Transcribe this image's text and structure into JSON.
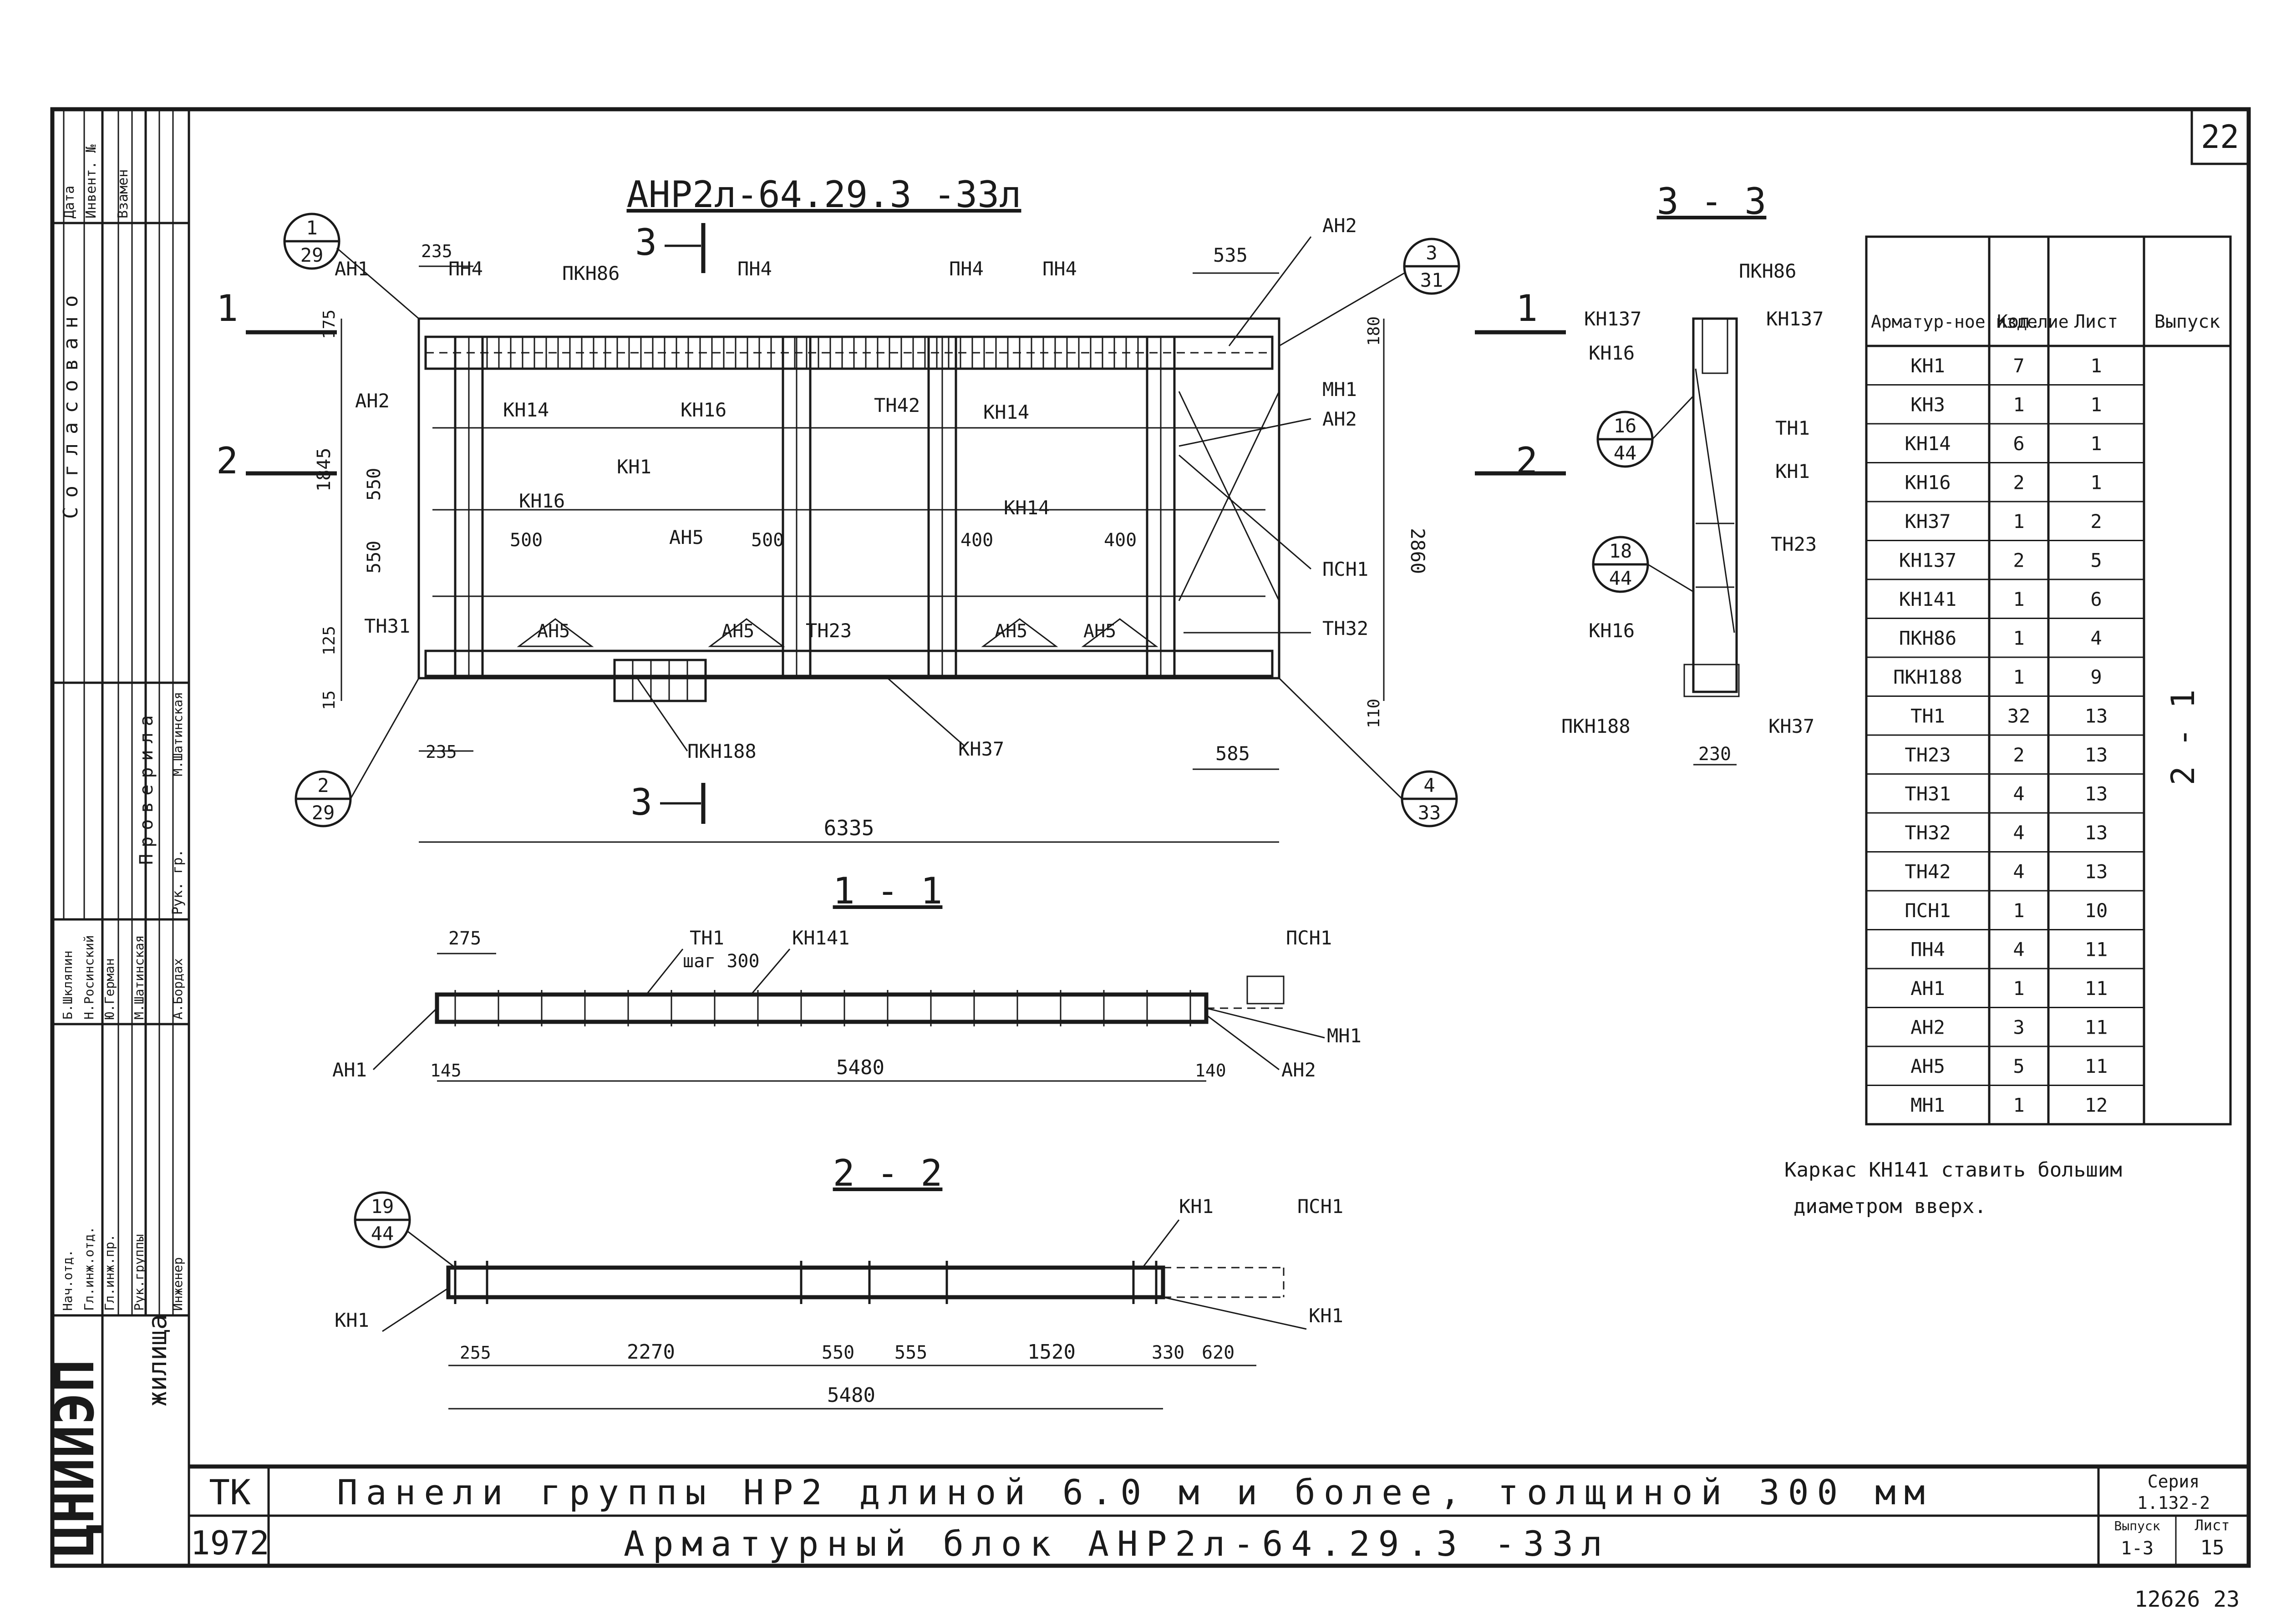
{
  "sheet_number": "22",
  "drawing_title": "АНР2л-64.29.3 -33л",
  "views": {
    "elevation": {
      "callouts": [
        {
          "num": "1",
          "den": "29"
        },
        {
          "num": "3",
          "den": "31"
        },
        {
          "num": "2",
          "den": "29"
        },
        {
          "num": "4",
          "den": "33"
        }
      ],
      "labels": [
        "АН1",
        "ПН4",
        "ПКН86",
        "ПН4",
        "ПН4",
        "ПН4",
        "АН2",
        "КН14",
        "КН16",
        "ТН42",
        "КН14",
        "МН1",
        "АН2",
        "АН2",
        "КН1",
        "КН16",
        "АН5",
        "КН14",
        "ПСН1",
        "ТН31",
        "АН5",
        "АН5",
        "ТН23",
        "АН5",
        "АН5",
        "ТН32",
        "ПКН188",
        "КН37"
      ],
      "dims": [
        "235",
        "535",
        "175",
        "180",
        "1845",
        "550",
        "550",
        "2860",
        "500",
        "500",
        "400",
        "400",
        "125",
        "15",
        "110",
        "235",
        "585",
        "6335"
      ],
      "section_marks": [
        "3",
        "3",
        "1",
        "1",
        "2",
        "2"
      ]
    },
    "section_3_3": {
      "title": "3 - 3",
      "callouts": [
        {
          "num": "16",
          "den": "44"
        },
        {
          "num": "18",
          "den": "44"
        }
      ],
      "labels": [
        "ПКН86",
        "КН137",
        "КН137",
        "КН16",
        "ТН1",
        "КН1",
        "ТН23",
        "КН16",
        "ПКН188",
        "КН37"
      ],
      "dims": [
        "230"
      ]
    },
    "section_1_1": {
      "title": "1 - 1",
      "labels": [
        "ТН1",
        "шаг 300",
        "КН141",
        "ПСН1",
        "МН1",
        "АН1",
        "АН2"
      ],
      "dims": [
        "275",
        "145",
        "5480",
        "140"
      ]
    },
    "section_2_2": {
      "title": "2 - 2",
      "callouts": [
        {
          "num": "19",
          "den": "44"
        }
      ],
      "labels": [
        "КН1",
        "ПСН1",
        "КН1",
        "КН1"
      ],
      "dims": [
        "255",
        "2270",
        "550",
        "555",
        "1520",
        "330",
        "620",
        "5480"
      ]
    }
  },
  "spec_table": {
    "headers": [
      "Арматур-ное изделие",
      "Кол.",
      "Лист",
      "Выпуск"
    ],
    "group_label": "2 - 1",
    "rows": [
      [
        "КН1",
        "7",
        "1"
      ],
      [
        "КН3",
        "1",
        "1"
      ],
      [
        "КН14",
        "6",
        "1"
      ],
      [
        "КН16",
        "2",
        "1"
      ],
      [
        "КН37",
        "1",
        "2"
      ],
      [
        "КН137",
        "2",
        "5"
      ],
      [
        "КН141",
        "1",
        "6"
      ],
      [
        "ПКН86",
        "1",
        "4"
      ],
      [
        "ПКН188",
        "1",
        "9"
      ],
      [
        "ТН1",
        "32",
        "13"
      ],
      [
        "ТН23",
        "2",
        "13"
      ],
      [
        "ТН31",
        "4",
        "13"
      ],
      [
        "ТН32",
        "4",
        "13"
      ],
      [
        "ТН42",
        "4",
        "13"
      ],
      [
        "ПСН1",
        "1",
        "10"
      ],
      [
        "ПН4",
        "4",
        "11"
      ],
      [
        "АН1",
        "1",
        "11"
      ],
      [
        "АН2",
        "3",
        "11"
      ],
      [
        "АН5",
        "5",
        "11"
      ],
      [
        "МН1",
        "1",
        "12"
      ]
    ]
  },
  "note": {
    "line1": "Каркас КН141 ставить большим",
    "line2": "диаметром вверх."
  },
  "left_margin": {
    "top_cells": [
      "Дата",
      "Инвент. №",
      "Взамен"
    ],
    "agreed": "Согласовано",
    "checked": "Проверила",
    "checker_role": "Рук. гр.",
    "checker_name": "М.Шатинская",
    "roles": [
      "Нач.отд.",
      "Гл.инж.отд.",
      "Гл.инж.пр.",
      "Рук.группы",
      "Инженер"
    ],
    "names": [
      "Б.Шкляпин",
      "Н.Росинский",
      "Ю.Герман",
      "М.Шатинская",
      "А.Бордах"
    ],
    "org_logo": "ЦНИИЭП",
    "org_suffix": "жилища"
  },
  "title_block": {
    "code": "ТК",
    "year": "1972",
    "line1": "Панели группы НР2 длиной 6.0 м и более, толщиной 300 мм",
    "line2": "Арматурный блок АНР2л-64.29.3 -33л",
    "series_label": "Серия",
    "series": "1.132-2",
    "issue_label": "Выпуск",
    "issue": "1-3",
    "sheet_label": "Лист",
    "sheet": "15"
  },
  "archive_number": "12626 23"
}
